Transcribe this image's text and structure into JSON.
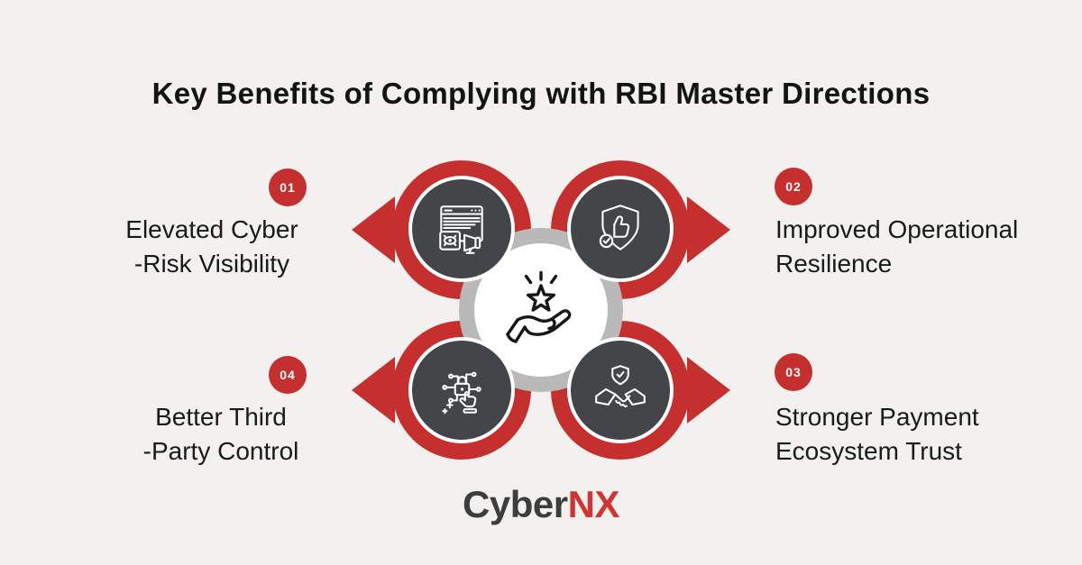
{
  "title": "Key Benefits of Complying with RBI Master Directions",
  "items": [
    {
      "number": "01",
      "line1": "Elevated Cyber",
      "line2": "-Risk Visibility",
      "icon": "window-eye-megaphone-icon",
      "position": "top-left"
    },
    {
      "number": "02",
      "line1": "Improved Operational",
      "line2": "Resilience",
      "icon": "shield-thumbs-up-icon",
      "position": "top-right"
    },
    {
      "number": "03",
      "line1": "Stronger Payment",
      "line2": "Ecosystem Trust",
      "icon": "handshake-shield-icon",
      "position": "bottom-right"
    },
    {
      "number": "04",
      "line1": "Better Third",
      "line2": "-Party Control",
      "icon": "network-lock-pointer-icon",
      "position": "bottom-left"
    }
  ],
  "center_icon": "hand-holding-star-icon",
  "logo": {
    "part1": "Cyber",
    "part2": "NX"
  },
  "colors": {
    "background": "#f2f1ef",
    "red": "#c5302f",
    "dark_circle": "#424649",
    "ring_gray": "#b9b9b9",
    "text": "#1a1a1a",
    "logo_dark": "#3d3d3f",
    "logo_red": "#d23531"
  }
}
